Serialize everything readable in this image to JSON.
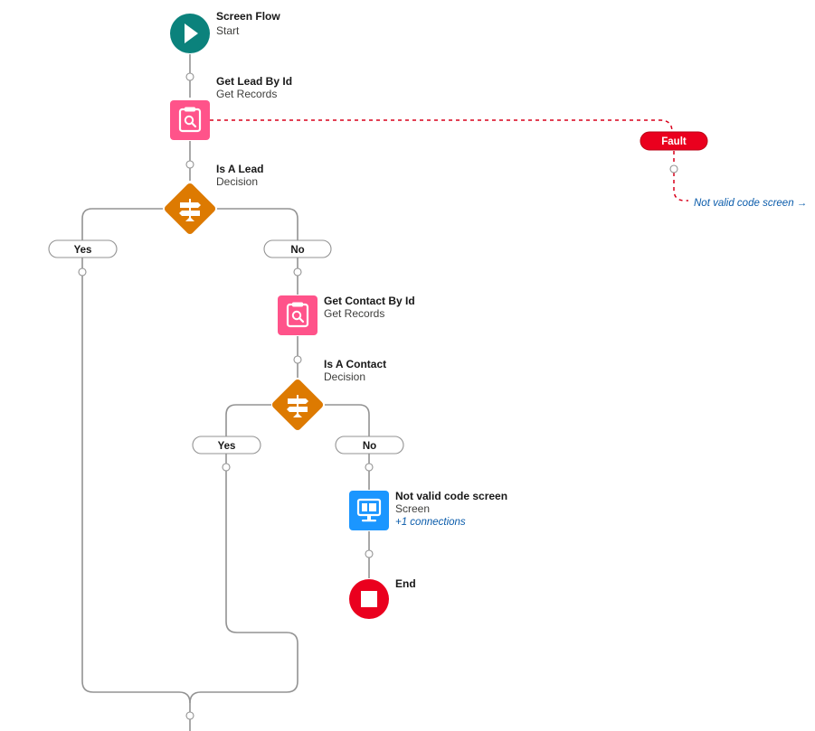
{
  "nodes": {
    "start": {
      "title": "Screen Flow",
      "subtitle": "Start",
      "icon": "play-icon",
      "color": "#0b827c"
    },
    "get_lead": {
      "title": "Get Lead By Id",
      "subtitle": "Get Records",
      "icon": "clipboard-search-icon",
      "color": "#ff538a"
    },
    "is_lead": {
      "title": "Is A Lead",
      "subtitle": "Decision",
      "icon": "signpost-icon",
      "color": "#dd7a01"
    },
    "get_contact": {
      "title": "Get Contact By Id",
      "subtitle": "Get Records",
      "icon": "clipboard-search-icon",
      "color": "#ff538a"
    },
    "is_contact": {
      "title": "Is A Contact",
      "subtitle": "Decision",
      "icon": "signpost-icon",
      "color": "#dd7a01"
    },
    "screen": {
      "title": "Not valid code screen",
      "subtitle": "Screen",
      "connections": "+1 connections",
      "icon": "monitor-icon",
      "color": "#1b96ff"
    },
    "end": {
      "title": "End",
      "icon": "stop-icon",
      "color": "#ea001e"
    }
  },
  "outcomes": {
    "lead_yes": "Yes",
    "lead_no": "No",
    "contact_yes": "Yes",
    "contact_no": "No"
  },
  "fault": {
    "label": "Fault",
    "goto_label": "Not valid code screen →",
    "color": "#ea001e"
  }
}
